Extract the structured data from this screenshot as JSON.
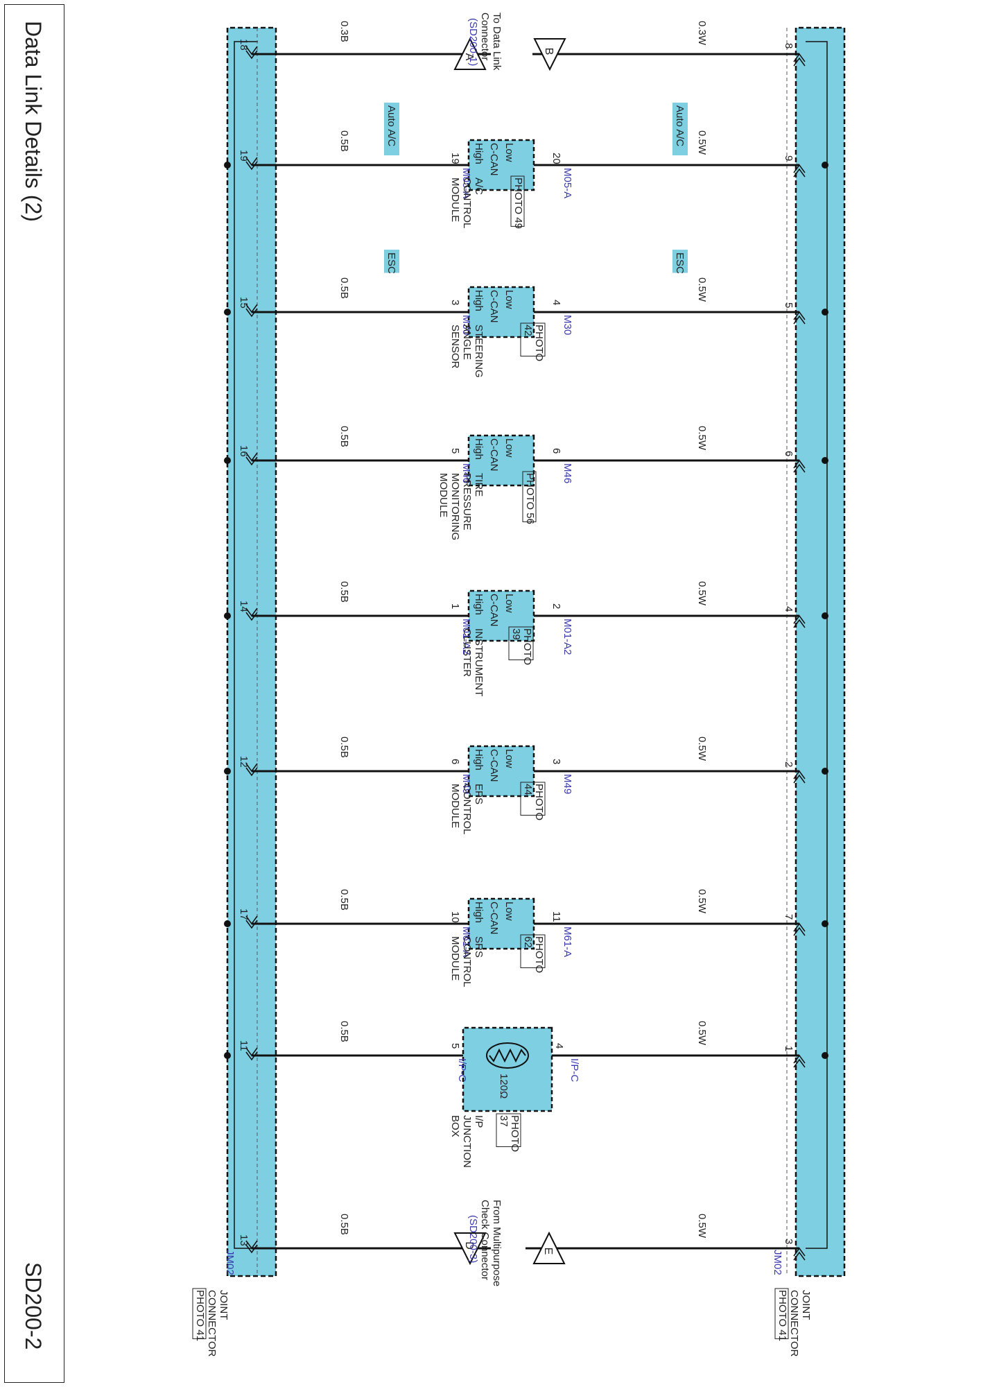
{
  "page": {
    "title": "Data Link Details (2)",
    "code": "SD200-2"
  },
  "joint_connectors": [
    {
      "id": "top",
      "label_lines": [
        "JOINT",
        "CONNECTOR"
      ],
      "photo": "PHOTO 41",
      "connector": "JM02",
      "end_pin": "13",
      "wire": "0.5B"
    },
    {
      "id": "bottom",
      "label_lines": [
        "JOINT",
        "CONNECTOR"
      ],
      "photo": "PHOTO 41",
      "connector": "JM02",
      "end_pin": "3",
      "wire": "0.5W"
    }
  ],
  "data_link": {
    "label_lines": [
      "To Data Link",
      "Connector"
    ],
    "ref": "(SD200-1)",
    "high_terminal": "A",
    "low_terminal": "B",
    "high_pin": "18",
    "low_pin": "8",
    "high_wire": "0.3B",
    "low_wire": "0.3W"
  },
  "modules": [
    {
      "id": "ac",
      "name_lines": [
        "A/C",
        "CONTROL",
        "MODULE"
      ],
      "photo": "PHOTO 49",
      "connector": "M05-A",
      "high_pin": "19",
      "low_pin": "20",
      "top_pin": "19",
      "bottom_pin": "9",
      "option": "Auto A/C",
      "high_wire": "0.5B",
      "low_wire": "0.5W"
    },
    {
      "id": "sas",
      "name_lines": [
        "STEERING",
        "ANGLE",
        "SENSOR"
      ],
      "photo_lines": [
        "PHOTO",
        "42"
      ],
      "connector": "M30",
      "high_pin": "3",
      "low_pin": "4",
      "top_pin": "15",
      "bottom_pin": "5",
      "option": "ESC",
      "high_wire": "0.5B",
      "low_wire": "0.5W"
    },
    {
      "id": "tpms",
      "name_lines": [
        "TIRE",
        "PRESSURE",
        "MONITORING",
        "MODULE"
      ],
      "photo": "PHOTO 56",
      "connector": "M46",
      "high_pin": "5",
      "low_pin": "6",
      "top_pin": "16",
      "bottom_pin": "6",
      "option": "",
      "high_wire": "0.5B",
      "low_wire": "0.5W"
    },
    {
      "id": "cluster",
      "name_lines": [
        "INSTRUMENT",
        "CLUSTER"
      ],
      "photo_lines": [
        "PHOTO",
        "39"
      ],
      "connector": "M01-A2",
      "high_pin": "1",
      "low_pin": "2",
      "top_pin": "14",
      "bottom_pin": "4",
      "option": "",
      "high_wire": "0.5B",
      "low_wire": "0.5W"
    },
    {
      "id": "eps",
      "name_lines": [
        "EPS",
        "CONTROL",
        "MODULE"
      ],
      "photo_lines": [
        "PHOTO",
        "44"
      ],
      "connector": "M49",
      "high_pin": "6",
      "low_pin": "3",
      "top_pin": "12",
      "bottom_pin": "2",
      "option": "",
      "high_wire": "0.5B",
      "low_wire": "0.5W"
    },
    {
      "id": "srs",
      "name_lines": [
        "SRS",
        "CONTROL",
        "MODULE"
      ],
      "photo_lines": [
        "PHOTO",
        "62"
      ],
      "connector": "M61-A",
      "high_pin": "10",
      "low_pin": "11",
      "top_pin": "17",
      "bottom_pin": "7",
      "option": "",
      "high_wire": "0.5B",
      "low_wire": "0.5W"
    }
  ],
  "module_box": {
    "title": "C-CAN",
    "high": "High",
    "low": "Low"
  },
  "junction_box": {
    "name_lines": [
      "I/P",
      "JUNCTION",
      "BOX"
    ],
    "photo_lines": [
      "PHOTO",
      "37"
    ],
    "connector": "I/P-C",
    "resistor": "120Ω",
    "high_pin": "5",
    "low_pin": "4",
    "top_pin": "11",
    "bottom_pin": "1",
    "high_wire": "0.5B",
    "low_wire": "0.5W"
  },
  "multipurpose": {
    "label_lines": [
      "From Multipurpose",
      "Check Connector"
    ],
    "ref": "(SD200-3)",
    "high_terminal": "D",
    "low_terminal": "E"
  },
  "colors": {
    "fill": "#7ecfe2",
    "ref": "#3a3ab0",
    "line": "#111111"
  }
}
